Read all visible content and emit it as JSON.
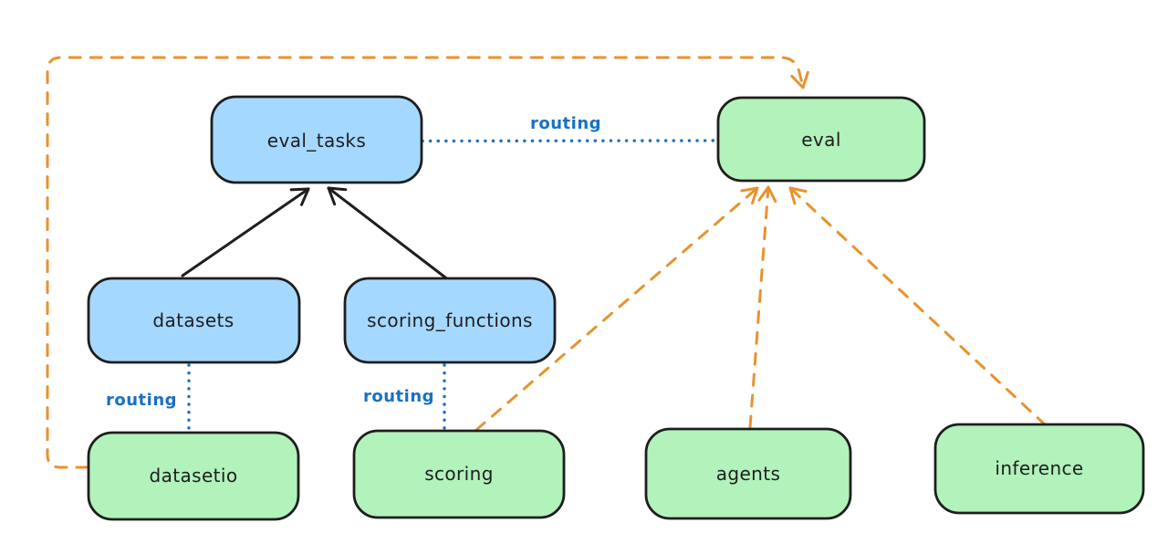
{
  "colors": {
    "background": "#ffffff",
    "node_stroke": "#1e1e1e",
    "blue_fill": "#a5d8ff",
    "green_fill": "#b2f2bb",
    "text": "#1e1e1e",
    "routing_blue": "#1971c2",
    "arrow_orange": "#e8922e",
    "arrow_black": "#1e1e1e"
  },
  "diagram": {
    "nodes": [
      {
        "id": "eval_tasks",
        "label": "eval_tasks",
        "color": "blue"
      },
      {
        "id": "eval",
        "label": "eval",
        "color": "green"
      },
      {
        "id": "datasets",
        "label": "datasets",
        "color": "blue"
      },
      {
        "id": "scoring_functions",
        "label": "scoring_functions",
        "color": "blue"
      },
      {
        "id": "datasetio",
        "label": "datasetio",
        "color": "green"
      },
      {
        "id": "scoring",
        "label": "scoring",
        "color": "green"
      },
      {
        "id": "agents",
        "label": "agents",
        "color": "green"
      },
      {
        "id": "inference",
        "label": "inference",
        "color": "green"
      }
    ],
    "edges": [
      {
        "from": "datasets",
        "to": "eval_tasks",
        "style": "solid-black-arrow"
      },
      {
        "from": "scoring_functions",
        "to": "eval_tasks",
        "style": "solid-black-arrow"
      },
      {
        "from": "eval_tasks",
        "to": "eval",
        "style": "dotted-blue",
        "label": "routing"
      },
      {
        "from": "datasets",
        "to": "datasetio",
        "style": "dotted-blue",
        "label": "routing"
      },
      {
        "from": "scoring_functions",
        "to": "scoring",
        "style": "dotted-blue",
        "label": "routing"
      },
      {
        "from": "datasetio",
        "to": "eval",
        "style": "dashed-orange-arrow"
      },
      {
        "from": "scoring",
        "to": "eval",
        "style": "dashed-orange-arrow"
      },
      {
        "from": "agents",
        "to": "eval",
        "style": "dashed-orange-arrow"
      },
      {
        "from": "inference",
        "to": "eval",
        "style": "dashed-orange-arrow"
      }
    ],
    "edge_labels": {
      "routing": "routing"
    }
  }
}
